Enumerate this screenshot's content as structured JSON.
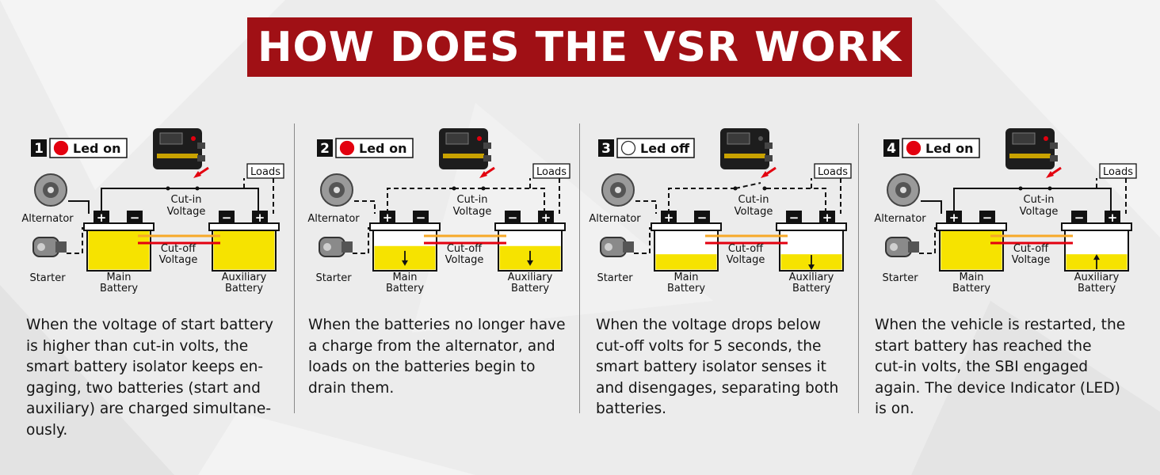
{
  "title": "HOW DOES THE VSR WORK",
  "colors": {
    "banner": "#a01015",
    "battery_fill": "#f6e300",
    "led_red": "#e3000f",
    "cutin_line": "#f7a928",
    "cutoff_line": "#e3000f"
  },
  "labels": {
    "loads": "Loads",
    "cut_in": [
      "Cut-in",
      "Voltage"
    ],
    "cut_off": [
      "Cut-off",
      "Voltage"
    ],
    "alternator": "Alternator",
    "starter": "Starter",
    "main_battery": [
      "Main",
      "Battery"
    ],
    "aux_battery": [
      "Auxiliary",
      "Battery"
    ],
    "plus": "+",
    "minus": "−"
  },
  "panels": [
    {
      "step": "1",
      "led_label": "Led on",
      "led_state": "on",
      "alternator_connected": true,
      "main_level": 1.0,
      "aux_level": 1.0,
      "main_arrow": "none",
      "aux_arrow": "none",
      "caption": [
        "When the voltage of start battery",
        "is higher than cut-in volts, the",
        "smart battery isolator keeps en-",
        "gaging, two batteries (start and",
        "auxiliary) are charged simultane-",
        "ously."
      ]
    },
    {
      "step": "2",
      "led_label": "Led on",
      "led_state": "on",
      "alternator_connected": false,
      "main_level": 0.62,
      "aux_level": 0.62,
      "main_arrow": "down",
      "aux_arrow": "down",
      "caption": [
        "When the batteries no longer have",
        "a charge from the alternator, and",
        "loads on the batteries begin to",
        "drain them."
      ]
    },
    {
      "step": "3",
      "led_label": "Led off",
      "led_state": "off",
      "alternator_connected": false,
      "main_level": 0.42,
      "aux_level": 0.42,
      "main_arrow": "none",
      "aux_arrow": "down",
      "caption": [
        "When the voltage drops below",
        "cut-off volts for 5 seconds, the",
        "smart battery isolator senses it",
        "and disengages, separating both",
        "batteries."
      ]
    },
    {
      "step": "4",
      "led_label": "Led on",
      "led_state": "on",
      "alternator_connected": true,
      "main_level": 1.0,
      "aux_level": 0.42,
      "main_arrow": "none",
      "aux_arrow": "up",
      "caption": [
        " When the vehicle is restarted, the",
        "start battery has reached the",
        "cut-in volts, the SBI engaged",
        "again. The device Indicator (LED)",
        "is on."
      ]
    }
  ]
}
